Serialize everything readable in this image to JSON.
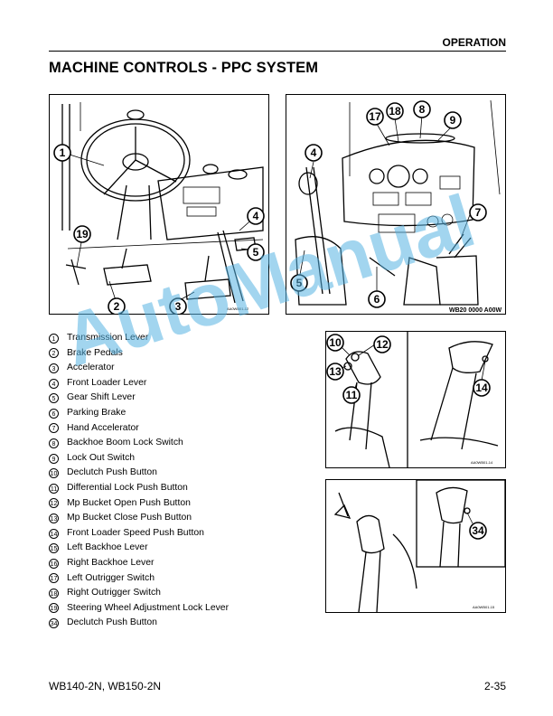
{
  "header": {
    "section": "OPERATION",
    "title": "MACHINE CONTROLS - PPC SYSTEM"
  },
  "figures": {
    "left_top": {
      "callouts": [
        "1",
        "2",
        "3",
        "4",
        "5",
        "19"
      ],
      "code": "AA0WB01-12"
    },
    "right_top": {
      "callouts": [
        "4",
        "5",
        "6",
        "7",
        "8",
        "9",
        "17",
        "18"
      ],
      "code": "WB20 0000 A00W"
    },
    "right_middle": {
      "callouts": [
        "10",
        "11",
        "12",
        "13",
        "14"
      ],
      "code": "AA0WB01-14"
    },
    "right_bottom": {
      "callouts": [
        "34"
      ],
      "code": "AA0WB01-15"
    }
  },
  "legend": [
    {
      "number": "1",
      "label": "Transmission Lever"
    },
    {
      "number": "2",
      "label": "Brake Pedals"
    },
    {
      "number": "3",
      "label": "Accelerator"
    },
    {
      "number": "4",
      "label": "Front Loader Lever"
    },
    {
      "number": "5",
      "label": "Gear Shift Lever"
    },
    {
      "number": "6",
      "label": "Parking Brake"
    },
    {
      "number": "7",
      "label": "Hand Accelerator"
    },
    {
      "number": "8",
      "label": "Backhoe Boom Lock Switch"
    },
    {
      "number": "9",
      "label": "Lock Out Switch"
    },
    {
      "number": "10",
      "label": "Declutch Push Button"
    },
    {
      "number": "11",
      "label": "Differential Lock Push Button"
    },
    {
      "number": "12",
      "label": "Mp Bucket Open Push Button"
    },
    {
      "number": "13",
      "label": "Mp Bucket Close Push Button"
    },
    {
      "number": "14",
      "label": "Front Loader Speed Push Button"
    },
    {
      "number": "15",
      "label": "Left Backhoe Lever"
    },
    {
      "number": "16",
      "label": "Right Backhoe Lever"
    },
    {
      "number": "17",
      "label": "Left Outrigger Switch"
    },
    {
      "number": "18",
      "label": "Right Outrigger Switch"
    },
    {
      "number": "19",
      "label": "Steering Wheel Adjustment Lock Lever"
    },
    {
      "number": "34",
      "label": "Declutch Push Button"
    }
  ],
  "watermark": "AutoManual",
  "footer": {
    "models": "WB140-2N, WB150-2N",
    "page": "2-35"
  }
}
